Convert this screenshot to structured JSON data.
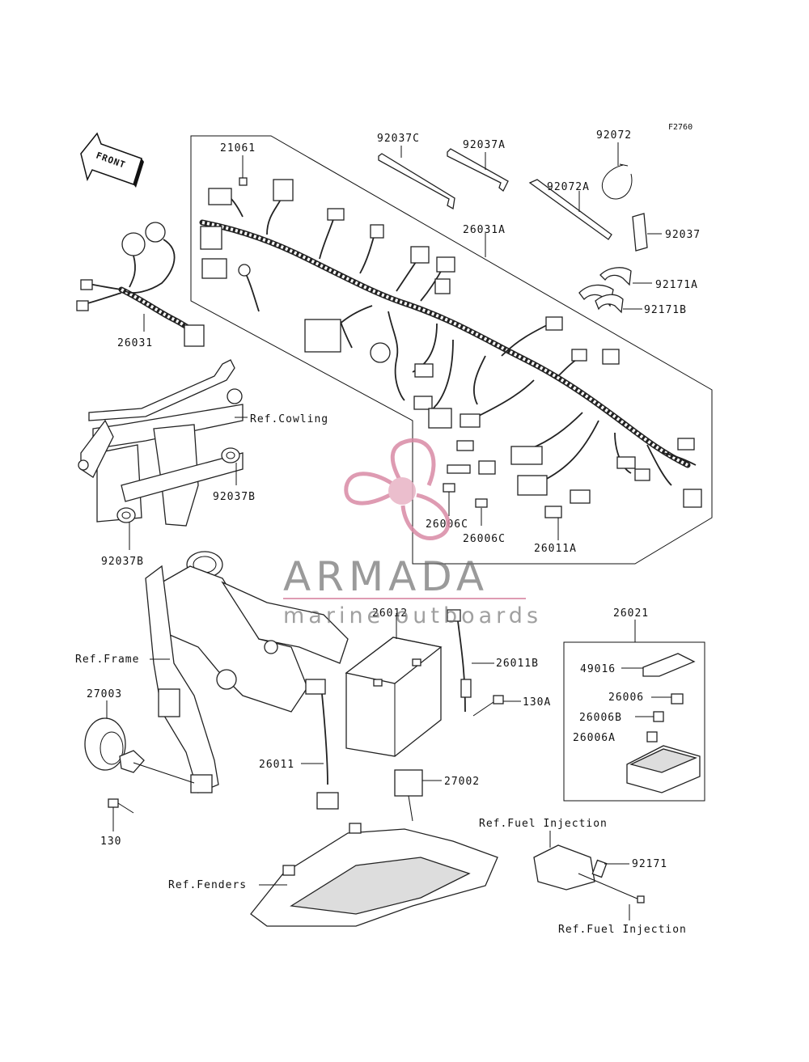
{
  "figure_id": "F2760",
  "front_label": "FRONT",
  "watermark": {
    "brand": "ARMADA",
    "tagline": "marine outboards",
    "pink": "#d98aa5",
    "gray": "#6b6b6b"
  },
  "labels": {
    "p21061": "21061",
    "p92037C": "92037C",
    "p92037A": "92037A",
    "p92072": "92072",
    "p92072A": "92072A",
    "p26031A": "26031A",
    "p92037": "92037",
    "p92171A": "92171A",
    "p92171B": "92171B",
    "p26031": "26031",
    "refCowling": "Ref.Cowling",
    "p92037B_1": "92037B",
    "p92037B_2": "92037B",
    "p26006C_1": "26006C",
    "p26006C_2": "26006C",
    "p26011A": "26011A",
    "p26012": "26012",
    "p26021": "26021",
    "refFrame": "Ref.Frame",
    "p26011B": "26011B",
    "p49016": "49016",
    "p26006": "26006",
    "p130A": "130A",
    "p27003": "27003",
    "p26006B": "26006B",
    "p26006A": "26006A",
    "p26011": "26011",
    "p27002": "27002",
    "p130": "130",
    "refFuelInjection1": "Ref.Fuel Injection",
    "p92171": "92171",
    "refFenders": "Ref.Fenders",
    "refFuelInjection2": "Ref.Fuel Injection"
  }
}
